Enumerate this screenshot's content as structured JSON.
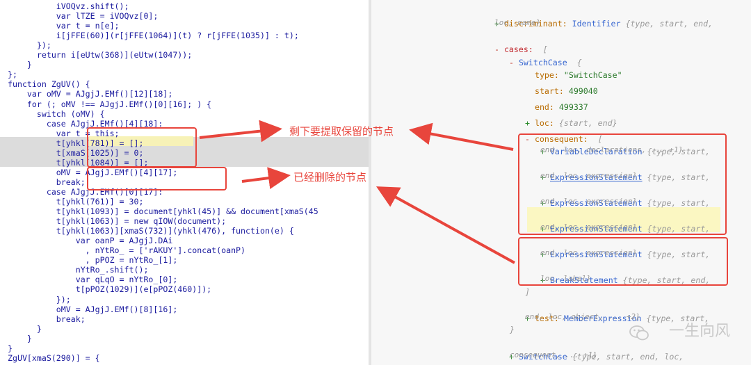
{
  "code_lines": [
    "          iVOQvz.shift();",
    "          var lTZE = iVOQvz[0];",
    "          var t = n[e];",
    "          i[jFFE(60)](r[jFFE(1064)](t) ? r[jFFE(1035)] : t);",
    "      });",
    "      return i[eUtw(368)](eUtw(1047));",
    "    }",
    "};",
    "function ZgUV() {",
    "    var oMV = AJgjJ.EMf()[12][18];",
    "    for (; oMV !== AJgjJ.EMf()[0][16]; ) {",
    "      switch (oMV) {",
    "        case AJgjJ.EMf()[4][18]:",
    "          var t = this;",
    "          t[yhkl(781)] = [];",
    "          t[xmaS(1025)] = 0;",
    "          t[yhkl(1084)] = [];",
    "          oMV = AJgjJ.EMf()[4][17];",
    "          break;",
    "        case AJgjJ.EMf()[0][17]:",
    "          t[yhkl(761)] = 30;",
    "          t[yhkl(1093)] = document[yhkl(45)] && document[xmaS(45",
    "          t[yhkl(1063)] = new qIOW(document);",
    "          t[yhkl(1063)][xmaS(732)](yhkl(476), function(e) {",
    "              var oanP = AJgjJ.DAi",
    "                , nYtRo_ = ['rAKUY'].concat(oanP)",
    "                , pPOZ = nYtRo_[1];",
    "              nYtRo_.shift();",
    "              var qLqO = nYtRo_[0];",
    "              t[pPOZ(1029)](e[pPOZ(460)]);",
    "          });",
    "          oMV = AJgjJ.EMf()[8][16];",
    "          break;",
    "      }",
    "    }",
    "}",
    "ZgUV[xmaS(290)] = {"
  ],
  "annotations": {
    "kept_nodes": "剩下要提取保留的节点",
    "deleted_nodes": "已经删除的节点"
  },
  "ast": {
    "discriminant_key": "discriminant:",
    "discriminant_type": "Identifier",
    "discriminant_meta1": "{type, start, end,",
    "discriminant_meta2": "loc, name}",
    "cases_key": "cases:",
    "cases_bracket": "[",
    "switchcase_type": "SwitchCase",
    "switchcase_brace": "{",
    "type_key": "type:",
    "type_val": "\"SwitchCase\"",
    "start_key": "start:",
    "start_val": "499040",
    "end_key": "end:",
    "end_val": "499337",
    "loc_key": "loc:",
    "loc_meta": "{start, end}",
    "consequent_key": "consequent:",
    "consequent_bracket": "[",
    "nodes": [
      {
        "type": "VariableDeclaration",
        "meta1": "{type, start,",
        "meta2": "end, loc, declarations, ... +1}"
      },
      {
        "type": "ExpressionStatement",
        "meta1": "{type, start,",
        "meta2": "end, loc, expression}"
      },
      {
        "type": "ExpressionStatement",
        "meta1": "{type, start,",
        "meta2": "end, loc, expression}"
      },
      {
        "type": "ExpressionStatement",
        "meta1": "{type, start,",
        "meta2": "end, loc, expression}"
      },
      {
        "type": "ExpressionStatement",
        "meta1": "{type, start,",
        "meta2": "end, loc, expression}"
      },
      {
        "type": "BreakStatement",
        "meta1": "{type, start, end,",
        "meta2": "loc, label}"
      }
    ],
    "close_bracket": "]",
    "test_key": "test:",
    "test_type": "MemberExpression",
    "test_meta1": "{type, start,",
    "test_meta2": "end, loc, object, ... +2}",
    "close_brace": "}",
    "switchcase2_type": "SwitchCase",
    "switchcase2_meta1": "{type, start, end, loc,",
    "switchcase2_meta2": "consequent, ... +1}"
  },
  "watermark": "一生向风",
  "colors": {
    "accent": "#e8453c",
    "highlight": "#f7f2b7",
    "type": "#3766d0",
    "key": "#c1292e"
  }
}
